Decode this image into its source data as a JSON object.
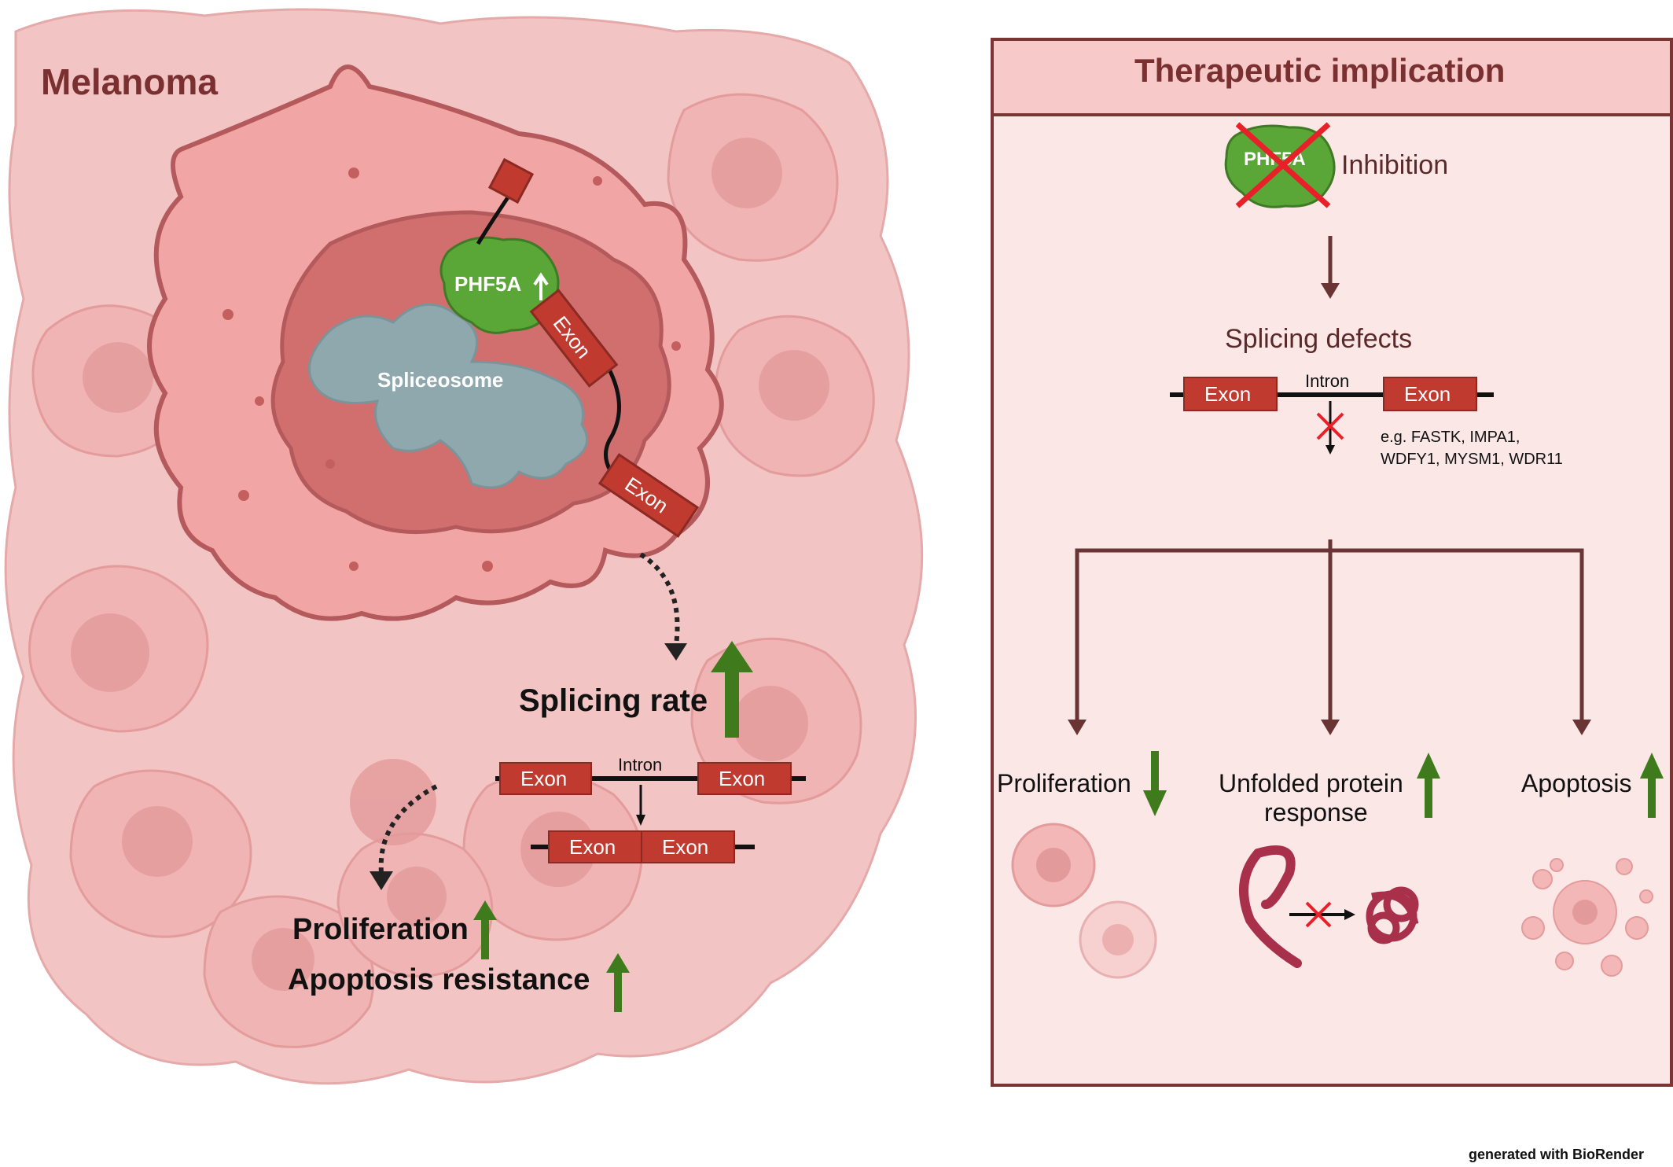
{
  "left_panel": {
    "title": "Melanoma",
    "protein_label": "PHF5A",
    "spliceosome_label": "Spliceosome",
    "exon_label": "Exon",
    "splicing_rate_label": "Splicing rate",
    "intron_label": "Intron",
    "proliferation_label": "Proliferation",
    "apoptosis_resistance_label": "Apoptosis resistance"
  },
  "right_panel": {
    "title": "Therapeutic implication",
    "protein_label": "PHF5A",
    "inhibition_label": "Inhibition",
    "splicing_defects_label": "Splicing defects",
    "exon_label": "Exon",
    "intron_label": "Intron",
    "examples_line1": "e.g. FASTK, IMPA1,",
    "examples_line2": "WDFY1, MYSM1, WDR11",
    "outcome_proliferation": "Proliferation",
    "outcome_upr_line1": "Unfolded protein",
    "outcome_upr_line2": "response",
    "outcome_apoptosis": "Apoptosis"
  },
  "footer": {
    "credit": "generated with BioRender"
  },
  "colors": {
    "tissue": "#f3c4c4",
    "cell_main": "#f2a5a5",
    "nucleus": "#d16f6f",
    "outline": "#b45a5c",
    "exon": "#c03a30",
    "phf5a_green": "#5aa637",
    "spliceosome": "#8fa8ad",
    "up_arrow_green": "#3f7a1c",
    "panel_border": "#7a3535",
    "panel_header": "#f8c9c9",
    "panel_body": "#fce7e7",
    "flow_arrow": "#6a3434",
    "title_text": "#7a3030",
    "inhibit_x": "#e8202a"
  }
}
